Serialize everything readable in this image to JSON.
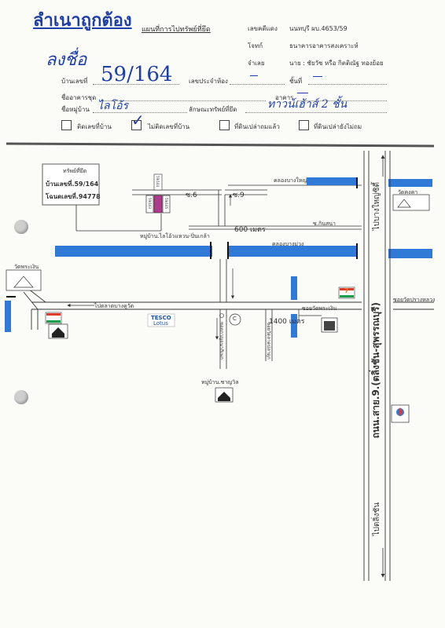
{
  "header": {
    "stamp": "ลำเนาถูกต้อง",
    "initial": "ลงชื่อ",
    "form_title": "แผนที่การไปทรัพย์ที่ยึด",
    "case_label": "เลขคดีแดง",
    "case_value": "นนทบุรี ผบ.4653/59",
    "plaintiff_label": "โจทก์",
    "plaintiff_value": "ธนาคารอาคารสงเคราะห์",
    "defendant_label": "จำเลย",
    "defendant_value": "นาย : ชัยวัช หรือ กิตติณัฐ ทองย้อย"
  },
  "fields": {
    "house_no_label": "บ้านเลขที่",
    "house_no_value": "59/164",
    "tax_no_label": "เลขประจำห้อง",
    "floor_label": "ชั้นที่",
    "condo_label": "ชื่ออาคารชุด",
    "building_label": "อาคาร",
    "village_label": "ชื่อหมู่บ้าน",
    "village_value": "ไลโอ้ร",
    "property_type_label": "ลักษณะทรัพย์ที่ยึด",
    "property_type_value": "ทาวน์เฮ้าส์ 2 ชั้น"
  },
  "checkboxes": [
    {
      "label": "ติดเลขที่บ้าน",
      "checked": false
    },
    {
      "label": "ไม่ติดเลขที่บ้าน",
      "checked": true
    },
    {
      "label": "ที่ดินเปล่าถมแล้ว",
      "checked": false
    },
    {
      "label": "ที่ดินเปล่ายังไม่ถม",
      "checked": false
    }
  ],
  "property_box": {
    "title": "ทรัพย์ที่ยึด",
    "house_no": "บ้านเลขที่.59/164",
    "deed_no": "โฉนดเลขที่.94778"
  },
  "map": {
    "house_left": "59/163",
    "house_mid": "59/164",
    "house_right": "59/165",
    "soi6": "ซ.6",
    "soi9": "ซ.9",
    "canal_bang_yai": "คลองบางใหญ่",
    "wat_kongka": "วัดคงคา",
    "soi_kinsa": "ซ.กินสนา",
    "dist_600": "600 เมตร",
    "village_main": "หมู่บ้าน.ไลโอ้วแหวน-ปิ่นเกล้า",
    "canal_bang_muang": "คลองบางม่วง",
    "wat_phra_ngoen": "วัดพระเงิน",
    "to_bang_khu_wat": "ไปตลาดบางคูวัด",
    "tesco": "TESCO",
    "lotus": "Lotus",
    "soi_wat_phra_ngoen": "ซอยวัดพระเงิน",
    "dist_1400": "1400 เมตร",
    "soi_wat_prang_luang": "ซอยวัดปรางหลวง",
    "road_9": "ถนน.สาย.9.(ตลิ่งชัน-สุพรรณบุรี)",
    "to_bang_yai_city": "ไปบางใหญ่ซิตี้",
    "to_taling_chan": "ไปตลิ่งชัน",
    "soi_kanchana": "ซอยกาญจนาภิเษก",
    "soi_wat_lat": "ซอยวัดลาดปลาดุก",
    "village_lower": "หมู่บ้าน.ชาญวิล",
    "store_711": "7",
    "circle_c": "C"
  }
}
